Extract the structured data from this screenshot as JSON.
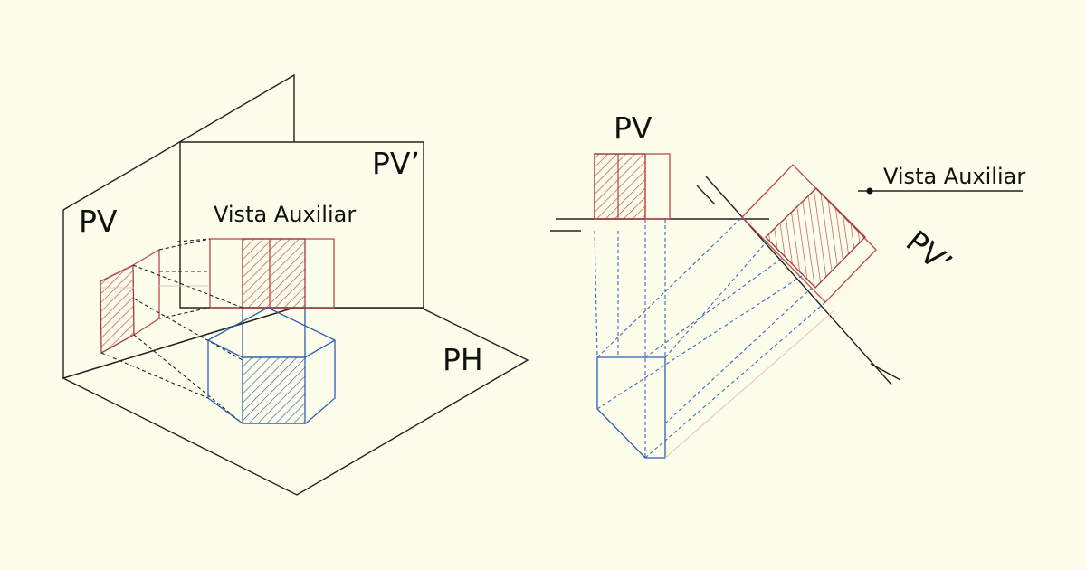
{
  "labels": {
    "left_pv": "PV",
    "left_pv_prime": "PV’",
    "left_vista": "Vista Auxiliar",
    "left_ph": "PH",
    "right_pv": "PV",
    "right_vista": "Vista Auxiliar",
    "right_pv_prime": "PV’"
  },
  "colors": {
    "background": "#fdfdec",
    "red_view": "#c0484b",
    "blue_view": "#2e5fb4",
    "lines": "#222222"
  }
}
